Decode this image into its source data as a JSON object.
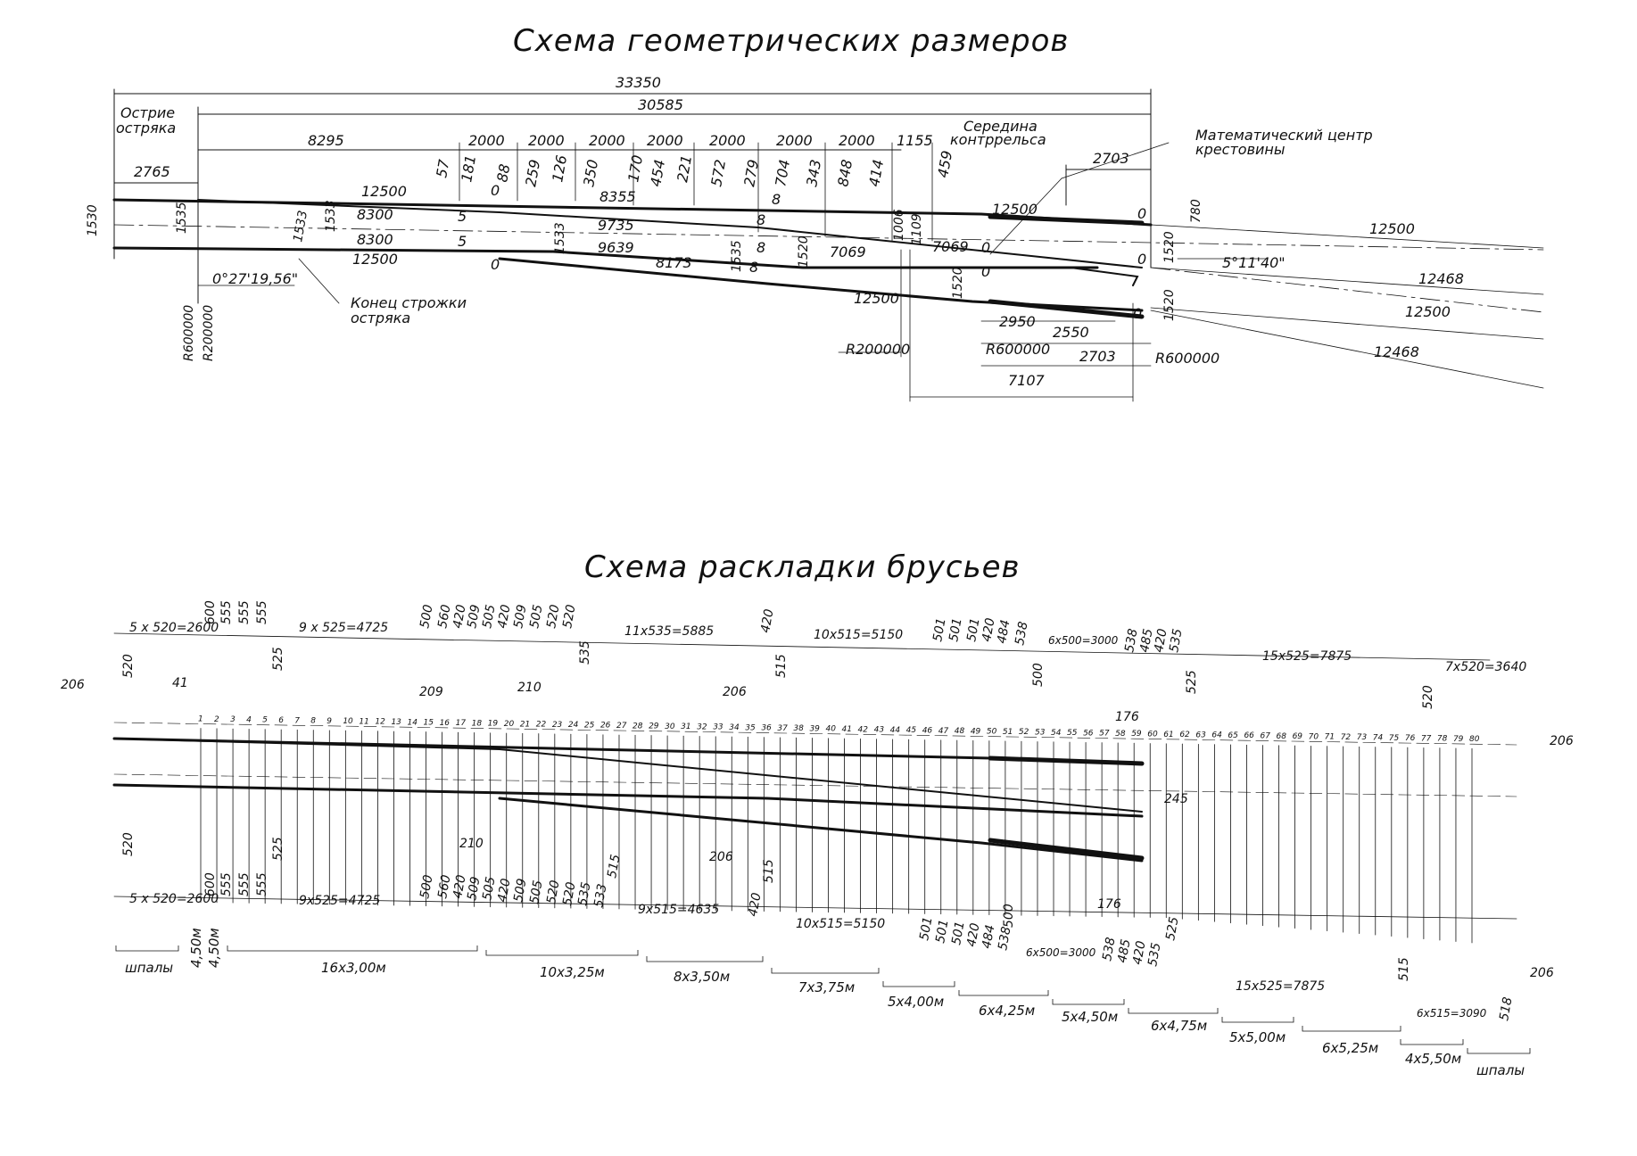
{
  "titles": {
    "geometry": "Схема геометрических размеров",
    "sleepers": "Схема раскладки брусьев"
  },
  "geometry": {
    "labels": [
      {
        "id": "g-total",
        "t": "33350"
      },
      {
        "id": "g-total2",
        "t": "30585"
      },
      {
        "id": "g-tip1",
        "t": "Острие"
      },
      {
        "id": "g-tip2",
        "t": "остряка"
      },
      {
        "id": "g-d8295",
        "t": "8295"
      },
      {
        "id": "g-d2000a",
        "t": "2000"
      },
      {
        "id": "g-d2000b",
        "t": "2000"
      },
      {
        "id": "g-d2000c",
        "t": "2000"
      },
      {
        "id": "g-d2000d",
        "t": "2000"
      },
      {
        "id": "g-d2000e",
        "t": "2000"
      },
      {
        "id": "g-d2000f",
        "t": "2000"
      },
      {
        "id": "g-d2000g",
        "t": "2000"
      },
      {
        "id": "g-d1155",
        "t": "1155"
      },
      {
        "id": "g-mid1",
        "t": "Середина"
      },
      {
        "id": "g-mid2",
        "t": "контррельса"
      },
      {
        "id": "g-mc1",
        "t": "Математический центр"
      },
      {
        "id": "g-mc2",
        "t": "крестовины"
      },
      {
        "id": "g-d2703a",
        "t": "2703"
      },
      {
        "id": "g-d2765",
        "t": "2765"
      },
      {
        "id": "g-v57",
        "t": "57"
      },
      {
        "id": "g-v181",
        "t": "181"
      },
      {
        "id": "g-v88",
        "t": "88"
      },
      {
        "id": "g-v259",
        "t": "259"
      },
      {
        "id": "g-v126",
        "t": "126"
      },
      {
        "id": "g-v350",
        "t": "350"
      },
      {
        "id": "g-v170",
        "t": "170"
      },
      {
        "id": "g-v454",
        "t": "454"
      },
      {
        "id": "g-v221",
        "t": "221"
      },
      {
        "id": "g-v572",
        "t": "572"
      },
      {
        "id": "g-v279",
        "t": "279"
      },
      {
        "id": "g-v704",
        "t": "704"
      },
      {
        "id": "g-v343",
        "t": "343"
      },
      {
        "id": "g-v848",
        "t": "848"
      },
      {
        "id": "g-v414",
        "t": "414"
      },
      {
        "id": "g-v459",
        "t": "459"
      },
      {
        "id": "g-v1006",
        "t": "1006"
      },
      {
        "id": "g-v1109",
        "t": "1109"
      },
      {
        "id": "g-r12500a",
        "t": "12500"
      },
      {
        "id": "g-r8300a",
        "t": "8300"
      },
      {
        "id": "g-r8300b",
        "t": "8300"
      },
      {
        "id": "g-r12500b",
        "t": "12500"
      },
      {
        "id": "g-r8355",
        "t": "8355"
      },
      {
        "id": "g-r9735",
        "t": "9735"
      },
      {
        "id": "g-r9639",
        "t": "9639"
      },
      {
        "id": "g-r8173",
        "t": "8173"
      },
      {
        "id": "g-r7069a",
        "t": "7069"
      },
      {
        "id": "g-r7069b",
        "t": "7069"
      },
      {
        "id": "g-r12500c",
        "t": "12500"
      },
      {
        "id": "g-r12500d",
        "t": "12500"
      },
      {
        "id": "g-r12500e",
        "t": "12500"
      },
      {
        "id": "g-r12468a",
        "t": "12468"
      },
      {
        "id": "g-r12500f",
        "t": "12500"
      },
      {
        "id": "g-r12468b",
        "t": "12468"
      },
      {
        "id": "g-z0a",
        "t": "0"
      },
      {
        "id": "g-z0b",
        "t": "0"
      },
      {
        "id": "g-z0c",
        "t": "0"
      },
      {
        "id": "g-z0d",
        "t": "0"
      },
      {
        "id": "g-z0e",
        "t": "0"
      },
      {
        "id": "g-z0f",
        "t": "0"
      },
      {
        "id": "g-z0g",
        "t": "0"
      },
      {
        "id": "g-z5a",
        "t": "5"
      },
      {
        "id": "g-z5b",
        "t": "5"
      },
      {
        "id": "g-z8a",
        "t": "8"
      },
      {
        "id": "g-z8b",
        "t": "8"
      },
      {
        "id": "g-z8c",
        "t": "8"
      },
      {
        "id": "g-z8d",
        "t": "8"
      },
      {
        "id": "g-w1530",
        "t": "1530"
      },
      {
        "id": "g-w1535a",
        "t": "1535"
      },
      {
        "id": "g-w1533a",
        "t": "1533"
      },
      {
        "id": "g-w1533b",
        "t": "1533"
      },
      {
        "id": "g-w1533c",
        "t": "1533"
      },
      {
        "id": "g-w1535b",
        "t": "1535"
      },
      {
        "id": "g-w1520a",
        "t": "1520"
      },
      {
        "id": "g-w1520b",
        "t": "1520"
      },
      {
        "id": "g-w1520c",
        "t": "1520"
      },
      {
        "id": "g-w1520d",
        "t": "1520"
      },
      {
        "id": "g-w780",
        "t": "780"
      },
      {
        "id": "g-ang1",
        "t": "0°27'19,56\""
      },
      {
        "id": "g-ang2",
        "t": "5°11'40\""
      },
      {
        "id": "g-end1",
        "t": "Конец строжки"
      },
      {
        "id": "g-end2",
        "t": "остряка"
      },
      {
        "id": "g-R600a",
        "t": "R600000"
      },
      {
        "id": "g-R200a",
        "t": "R200000"
      },
      {
        "id": "g-R200b",
        "t": "R200000"
      },
      {
        "id": "g-R600b",
        "t": "R600000"
      },
      {
        "id": "g-R600c",
        "t": "R600000"
      },
      {
        "id": "g-d2950",
        "t": "2950"
      },
      {
        "id": "g-d2550",
        "t": "2550"
      },
      {
        "id": "g-d2703b",
        "t": "2703"
      },
      {
        "id": "g-d7107",
        "t": "7107"
      }
    ]
  },
  "sleepers": {
    "labels": [
      {
        "id": "s-t1",
        "t": "5 x 520=2600"
      },
      {
        "id": "s-t600",
        "t": "600"
      },
      {
        "id": "s-t555a",
        "t": "555"
      },
      {
        "id": "s-t555b",
        "t": "555"
      },
      {
        "id": "s-t555c",
        "t": "555"
      },
      {
        "id": "s-t9x525",
        "t": "9 x 525=4725"
      },
      {
        "id": "s-t500",
        "t": "500"
      },
      {
        "id": "s-t560",
        "t": "560"
      },
      {
        "id": "s-t420a",
        "t": "420"
      },
      {
        "id": "s-t509a",
        "t": "509"
      },
      {
        "id": "s-t505a",
        "t": "505"
      },
      {
        "id": "s-t420b",
        "t": "420"
      },
      {
        "id": "s-t509b",
        "t": "509"
      },
      {
        "id": "s-t505b",
        "t": "505"
      },
      {
        "id": "s-t520a",
        "t": "520"
      },
      {
        "id": "s-t520b",
        "t": "520"
      },
      {
        "id": "s-t11x535",
        "t": "11x535=5885"
      },
      {
        "id": "s-t420c",
        "t": "420"
      },
      {
        "id": "s-t10x515",
        "t": "10x515=5150"
      },
      {
        "id": "s-t501a",
        "t": "501"
      },
      {
        "id": "s-t501b",
        "t": "501"
      },
      {
        "id": "s-t501c",
        "t": "501"
      },
      {
        "id": "s-t420d",
        "t": "420"
      },
      {
        "id": "s-t484",
        "t": "484"
      },
      {
        "id": "s-t538",
        "t": "538"
      },
      {
        "id": "s-t6x500",
        "t": "6x500=3000"
      },
      {
        "id": "s-t538b",
        "t": "538"
      },
      {
        "id": "s-t485",
        "t": "485"
      },
      {
        "id": "s-t420e",
        "t": "420"
      },
      {
        "id": "s-t535",
        "t": "535"
      },
      {
        "id": "s-t15x525",
        "t": "15x525=7875"
      },
      {
        "id": "s-t7x520",
        "t": "7x520=3640"
      },
      {
        "id": "s-l206",
        "t": "206"
      },
      {
        "id": "s-l520",
        "t": "520"
      },
      {
        "id": "s-l41",
        "t": "41"
      },
      {
        "id": "s-l525",
        "t": "525"
      },
      {
        "id": "s-l209",
        "t": "209"
      },
      {
        "id": "s-l210",
        "t": "210"
      },
      {
        "id": "s-l535",
        "t": "535"
      },
      {
        "id": "s-l206b",
        "t": "206"
      },
      {
        "id": "s-l515",
        "t": "515"
      },
      {
        "id": "s-l500",
        "t": "500"
      },
      {
        "id": "s-l176",
        "t": "176"
      },
      {
        "id": "s-l525b",
        "t": "525"
      },
      {
        "id": "s-l520b",
        "t": "520"
      },
      {
        "id": "s-l206c",
        "t": "206"
      },
      {
        "id": "s-l245",
        "t": "245"
      },
      {
        "id": "s-b520",
        "t": "520"
      },
      {
        "id": "s-b525",
        "t": "525"
      },
      {
        "id": "s-b210",
        "t": "210"
      },
      {
        "id": "s-b515",
        "t": "515"
      },
      {
        "id": "s-b206",
        "t": "206"
      },
      {
        "id": "s-b515b",
        "t": "515"
      },
      {
        "id": "s-b176",
        "t": "176"
      },
      {
        "id": "s-b525c",
        "t": "525"
      },
      {
        "id": "s-b500",
        "t": "500"
      },
      {
        "id": "s-b5x520",
        "t": "5 x 520=2600"
      },
      {
        "id": "s-b600",
        "t": "600"
      },
      {
        "id": "s-b555a",
        "t": "555"
      },
      {
        "id": "s-b555b",
        "t": "555"
      },
      {
        "id": "s-b555c",
        "t": "555"
      },
      {
        "id": "s-b9x525",
        "t": "9x525=4725"
      },
      {
        "id": "s-b500b",
        "t": "500"
      },
      {
        "id": "s-b560",
        "t": "560"
      },
      {
        "id": "s-b420a",
        "t": "420"
      },
      {
        "id": "s-b509a",
        "t": "509"
      },
      {
        "id": "s-b505a",
        "t": "505"
      },
      {
        "id": "s-b420b",
        "t": "420"
      },
      {
        "id": "s-b509b",
        "t": "509"
      },
      {
        "id": "s-b505b",
        "t": "505"
      },
      {
        "id": "s-b520b",
        "t": "520"
      },
      {
        "id": "s-b520c",
        "t": "520"
      },
      {
        "id": "s-b535",
        "t": "535"
      },
      {
        "id": "s-b533",
        "t": "533"
      },
      {
        "id": "s-b9x515",
        "t": "9x515=4635"
      },
      {
        "id": "s-b420c",
        "t": "420"
      },
      {
        "id": "s-b10x515",
        "t": "10x515=5150"
      },
      {
        "id": "s-b501a",
        "t": "501"
      },
      {
        "id": "s-b501b",
        "t": "501"
      },
      {
        "id": "s-b501c",
        "t": "501"
      },
      {
        "id": "s-b420d",
        "t": "420"
      },
      {
        "id": "s-b484",
        "t": "484"
      },
      {
        "id": "s-b538",
        "t": "538"
      },
      {
        "id": "s-b6x500",
        "t": "6x500=3000"
      },
      {
        "id": "s-b538b",
        "t": "538"
      },
      {
        "id": "s-b485",
        "t": "485"
      },
      {
        "id": "s-b420e",
        "t": "420"
      },
      {
        "id": "s-b535b",
        "t": "535"
      },
      {
        "id": "s-b15x525",
        "t": "15x525=7875"
      },
      {
        "id": "s-b6x515",
        "t": "6x515=3090"
      },
      {
        "id": "s-b518",
        "t": "518"
      },
      {
        "id": "s-b206c",
        "t": "206"
      },
      {
        "id": "s-b515c",
        "t": "515"
      }
    ],
    "groups": [
      {
        "id": "gr1",
        "t": "шпалы"
      },
      {
        "id": "gr2",
        "t": "4,50м"
      },
      {
        "id": "gr3",
        "t": "4,50м"
      },
      {
        "id": "gr4",
        "t": "16x3,00м"
      },
      {
        "id": "gr5",
        "t": "10x3,25м"
      },
      {
        "id": "gr6",
        "t": "8x3,50м"
      },
      {
        "id": "gr7",
        "t": "7x3,75м"
      },
      {
        "id": "gr8",
        "t": "5x4,00м"
      },
      {
        "id": "gr9",
        "t": "6x4,25м"
      },
      {
        "id": "gr10",
        "t": "5x4,50м"
      },
      {
        "id": "gr11",
        "t": "6x4,75м"
      },
      {
        "id": "gr12",
        "t": "5x5,00м"
      },
      {
        "id": "gr13",
        "t": "6x5,25м"
      },
      {
        "id": "gr14",
        "t": "4x5,50м"
      },
      {
        "id": "gr15",
        "t": "шпалы"
      }
    ],
    "sleeper_count": 80
  }
}
